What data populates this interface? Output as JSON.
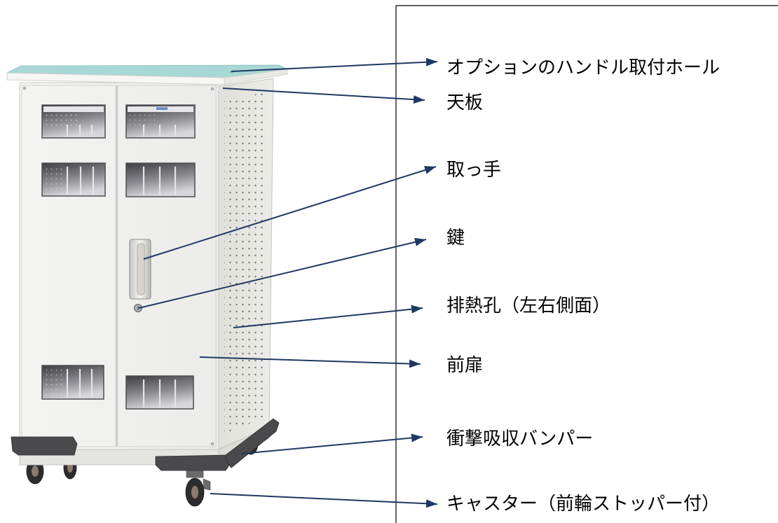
{
  "diagram": {
    "callouts": [
      {
        "label": "オプションのハンドル取付ホール"
      },
      {
        "label": "天板"
      },
      {
        "label": "取っ手"
      },
      {
        "label": "鍵"
      },
      {
        "label": "排熱孔（左右側面）"
      },
      {
        "label": "前扉"
      },
      {
        "label": "衝撃吸収バンパー"
      },
      {
        "label": "キャスター（前輪ストッパー付）"
      }
    ],
    "colors": {
      "arrow": "#1f3864",
      "top_board": "#a8d8d6",
      "cabinet_body": "#f1f1ef",
      "bumper": "#4a4a4c",
      "text": "#000000",
      "frame_line": "#000000"
    }
  }
}
